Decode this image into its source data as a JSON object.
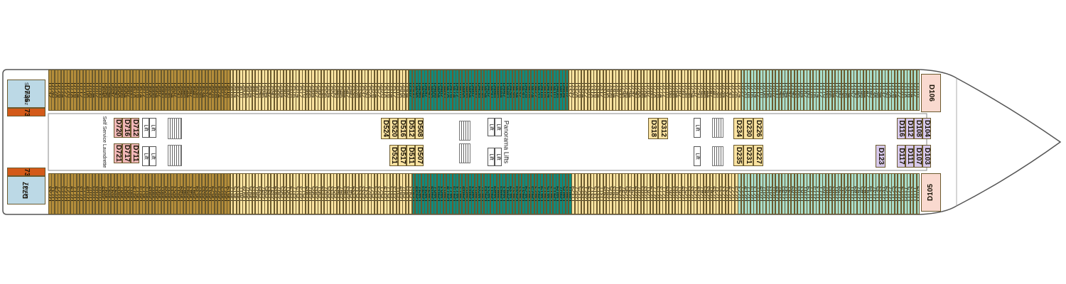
{
  "colors": {
    "bronze": "#b48d3a",
    "yellow": "#fbe3a1",
    "teal": "#0f8a7e",
    "mint": "#a9ddcb",
    "lavender": "#d7c9ec",
    "pink": "#f2b8b8",
    "pale_pink": "#f9d9cf",
    "orange": "#d35a19",
    "sky": "#bcd9e6"
  },
  "labels": {
    "laundrette": "Self Service Laundrette",
    "panorama_lifts": "Panorama Lifts",
    "lift": "Lift",
    "st_tropez": "St. Tropez",
    "trieste": "Trieste"
  },
  "cabins": {
    "top_row": [
      {
        "color": "bronze",
        "start": 732,
        "end": 618
      },
      {
        "color": "yellow",
        "start": 616,
        "end": 504
      },
      {
        "color": "teal",
        "start": 502,
        "end": 402
      },
      {
        "color": "yellow",
        "start": 332,
        "end": 224
      },
      {
        "color": "mint",
        "start": 222,
        "end": 110
      }
    ],
    "bottom_row": [
      {
        "color": "bronze",
        "start": 733,
        "end": 619
      },
      {
        "color": "yellow",
        "start": 617,
        "end": 503
      },
      {
        "color": "teal",
        "start": 501,
        "end": 401
      },
      {
        "color": "yellow",
        "start": 329,
        "end": 225
      },
      {
        "color": "mint",
        "start": 223,
        "end": 109
      }
    ],
    "suites_left": {
      "top": [
        {
          "label": "D736",
          "color": "sky"
        },
        {
          "label": "D734",
          "color": "orange"
        }
      ],
      "bottom": [
        {
          "label": "D735",
          "color": "orange"
        },
        {
          "label": "D737",
          "color": "sky"
        }
      ]
    },
    "bow_top": "D106",
    "bow_bottom": "D105",
    "inner_pink": [
      "D720",
      "D716",
      "D712",
      "D721",
      "D717",
      "D711"
    ],
    "inner_mid": [
      "D524",
      "D520",
      "D516",
      "D512",
      "D508",
      "D521",
      "D517",
      "D511",
      "D507"
    ],
    "inner_318": [
      "D318",
      "D312"
    ],
    "inner_230": [
      "D234",
      "D230",
      "D226",
      "D235",
      "D231",
      "D227"
    ],
    "inner_bow": [
      "D123",
      "D116",
      "D112",
      "D108",
      "D104",
      "D117",
      "D111",
      "D107",
      "D103"
    ]
  }
}
